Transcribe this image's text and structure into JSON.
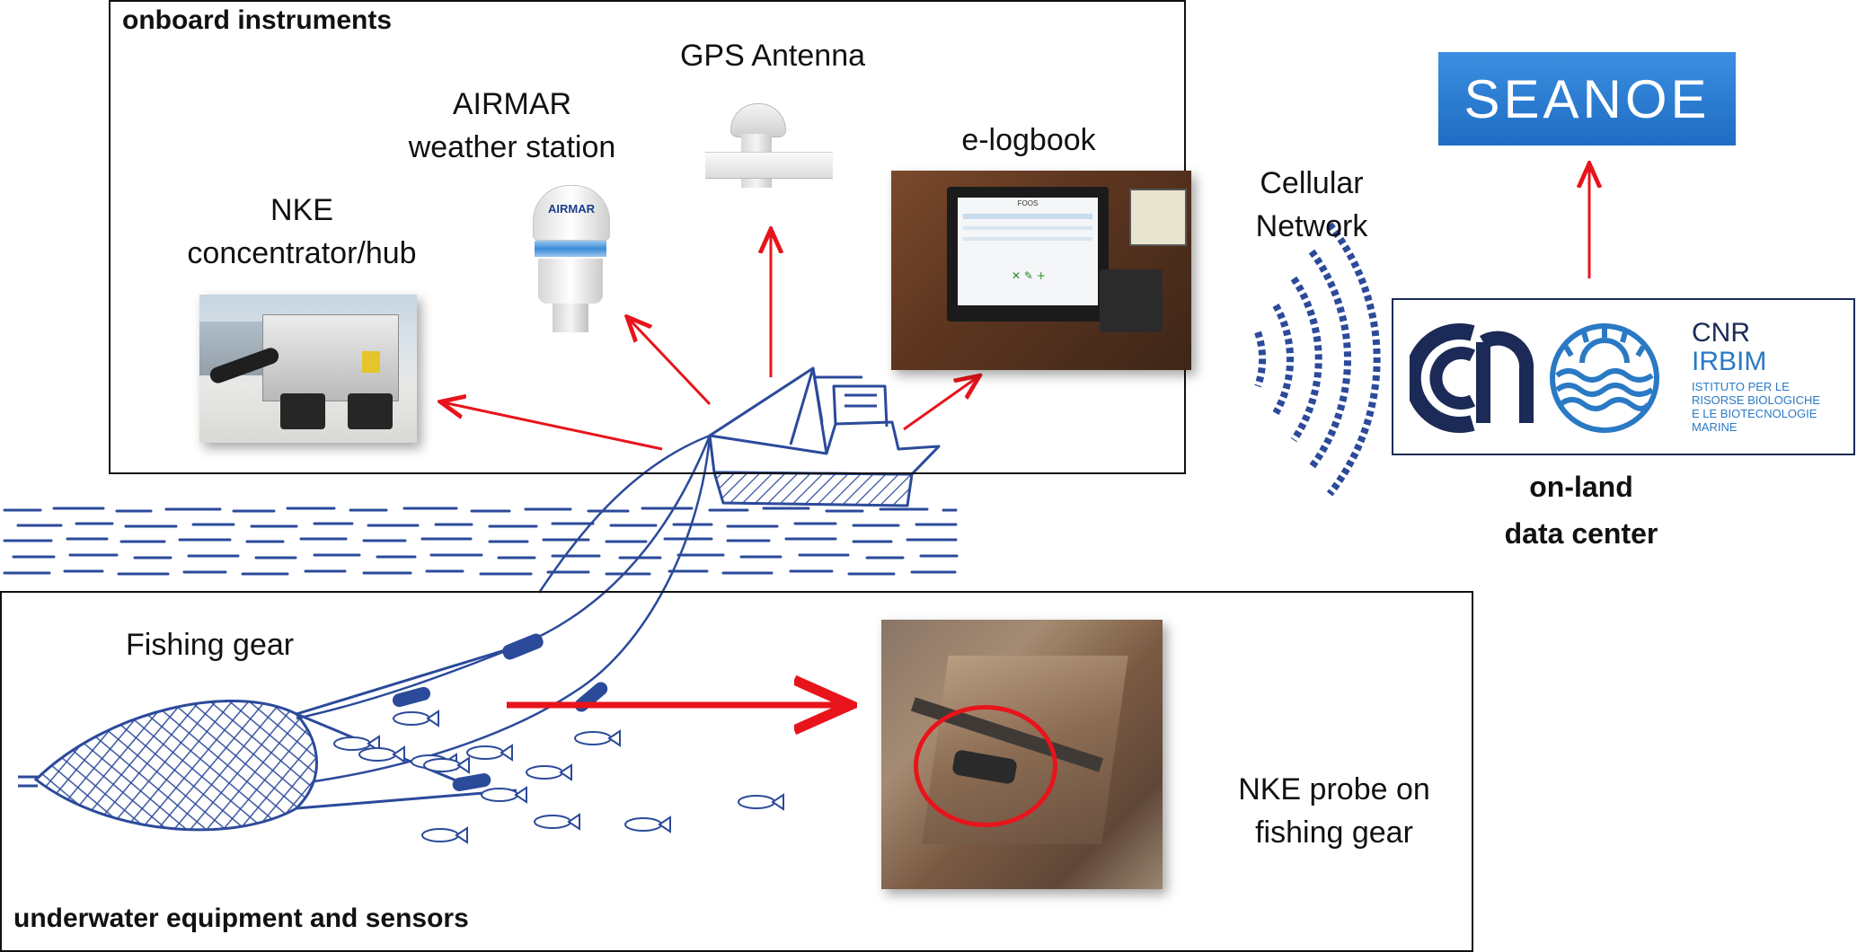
{
  "onboard": {
    "title": "onboard instruments",
    "gps_label": "GPS Antenna",
    "airmar_label_1": "AIRMAR",
    "airmar_label_2": "weather station",
    "nke_hub_label_1": "NKE",
    "nke_hub_label_2": "concentrator/hub",
    "elogbook_label": "e-logbook",
    "airmar_brand": "AIRMAR",
    "elogbook_screen_title": "FOOS"
  },
  "network": {
    "label_1": "Cellular",
    "label_2": "Network"
  },
  "datacenter": {
    "seanoe_logo_text": "SEANOE",
    "cnr_text": "CNR",
    "irbim_text": "IRBIM",
    "institute_lines": [
      "ISTITUTO PER LE",
      "RISORSE BIOLOGICHE",
      "E LE BIOTECNOLOGIE",
      "MARINE"
    ],
    "label_1": "on-land",
    "label_2": "data center"
  },
  "underwater": {
    "title": "underwater equipment and sensors",
    "fishing_gear_label": "Fishing gear",
    "probe_label_1": "NKE probe on",
    "probe_label_2": "fishing gear"
  },
  "colors": {
    "arrow_red": "#e8141b",
    "sketch_blue": "#2b4a9a",
    "seanoe_blue": "#2a7fd4",
    "cnr_navy": "#1b2a56",
    "irbim_blue": "#2a79c4"
  }
}
